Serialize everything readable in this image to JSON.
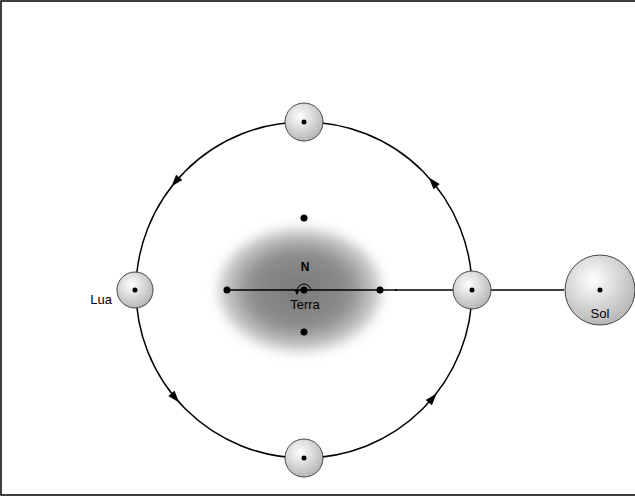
{
  "diagram": {
    "nodes": [
      {
        "text": [
          "Lua"
        ]
      },
      {
        "text": [
          "N",
          "Terra"
        ]
      },
      {
        "text": [
          "Sol"
        ]
      }
    ],
    "edges": [
      {
        "from": 1,
        "to": 2,
        "arrow": "none"
      }
    ]
  }
}
